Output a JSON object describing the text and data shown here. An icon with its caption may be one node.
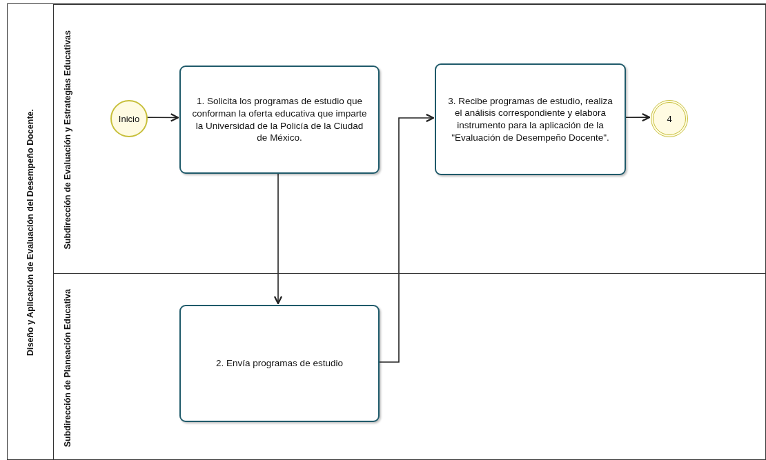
{
  "diagram": {
    "nodes": [
      {
        "text": [
          "Diseño y Aplicación de Evaluación del Desempeño Docente."
        ]
      },
      {
        "text": [
          "Subdirección de Evaluación y Estrategias Educativas"
        ],
        "in": 0
      },
      {
        "text": [
          "Subdirección de Planeación Educativa"
        ],
        "in": 0
      },
      {
        "text": [
          "Inicio"
        ],
        "in": 1
      },
      {
        "text": [
          "1. Solicita los programas de estudio que conforman la oferta educativa que imparte la Universidad de la Policía de la Ciudad de México."
        ],
        "in": 1
      },
      {
        "text": [
          "3. Recibe programas de estudio, realiza el análisis correspondiente y elabora instrumento para la aplicación de la \"Evaluación de Desempeño Docente\"."
        ],
        "in": 1
      },
      {
        "text": [
          "4"
        ],
        "in": 1
      },
      {
        "text": [
          "2. Envía programas de estudio"
        ],
        "in": 2
      }
    ],
    "edges": [
      {
        "from": 3,
        "to": 4,
        "arrow": "to"
      },
      {
        "from": 4,
        "to": 7,
        "arrow": "to"
      },
      {
        "from": 7,
        "to": 5,
        "arrow": "to"
      },
      {
        "from": 5,
        "to": 6,
        "arrow": "to"
      }
    ]
  }
}
